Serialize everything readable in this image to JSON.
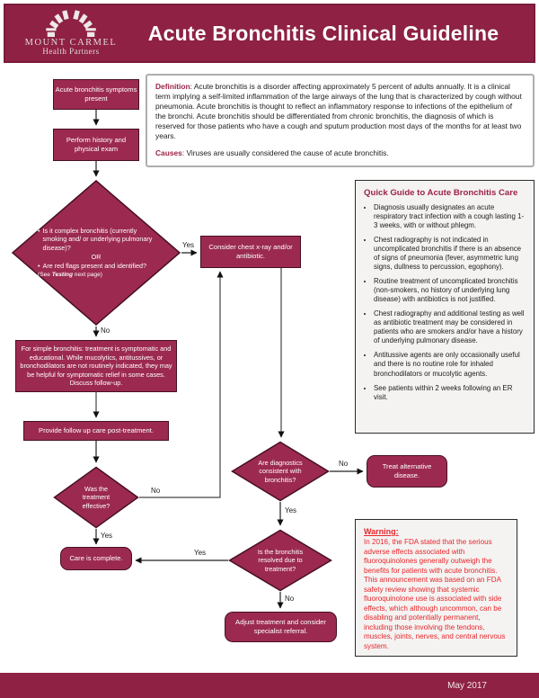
{
  "header": {
    "title": "Acute Bronchitis Clinical Guideline",
    "logo_line1": "MOUNT CARMEL",
    "logo_line2": "Health Partners"
  },
  "definition_panel": {
    "definition_label": "Definition",
    "definition_text": ": Acute bronchitis is a disorder affecting approximately 5 percent of adults annually. It is a clinical term implying a self-limited inflammation of the large airways of the lung that is characterized by cough without pneumonia. Acute bronchitis is thought to reflect an inflammatory response to infections of the epithelium of the bronchi. Acute bronchitis should be differentiated from chronic bronchitis, the diagnosis of which is reserved for those patients who have a cough and sputum production most days of the months for at least two years.",
    "causes_label": "Causes",
    "causes_text": ": Viruses are usually considered the cause of acute bronchitis."
  },
  "flowchart": {
    "symptoms": "Acute bronchitis symptoms present",
    "history": "Perform history and physical exam",
    "complex_q1": "Is it complex bronchitis (currently smoking and/ or underlying pulmonary disease)?",
    "complex_or": "OR",
    "complex_q2": "Are red flags present and identified?",
    "complex_note_pre": "(See ",
    "complex_note_em": "Testing",
    "complex_note_post": " next page)",
    "xray": "Consider chest x-ray and/or antibiotic.",
    "simple": "For simple bronchitis: treatment is symptomatic and educational. While mucolytics, antitussives, or bronchodilators are not routinely indicated, they may be helpful for symptomatic relief in some cases. Discuss follow-up.",
    "followup": "Provide follow up care post-treatment.",
    "effective": "Was the treatment effective?",
    "complete": "Care is complete.",
    "diagnostics": "Are diagnostics consistent with bronchitis?",
    "treat_alt": "Treat alternative disease.",
    "resolved": "Is the bronchitis resolved due to treatment?",
    "adjust": "Adjust treatment and consider specialist referral.",
    "labels": {
      "yes_complex": "Yes",
      "no_complex": "No",
      "yes_effective": "Yes",
      "no_effective": "No",
      "no_diagnostics": "No",
      "yes_diagnostics": "Yes",
      "yes_resolved": "Yes",
      "no_resolved": "No"
    }
  },
  "quick_guide": {
    "title": "Quick Guide to Acute Bronchitis Care",
    "bullets": [
      "Diagnosis usually designates an acute respiratory tract infection with a cough lasting 1-3 weeks, with or without phlegm.",
      "Chest radiography is not indicated in uncomplicated bronchitis if there is an absence of signs of pneumonia (fever, asymmetric lung signs, dullness to percussion, egophony).",
      "Routine treatment of uncomplicated bronchitis (non-smokers, no history of underlying lung disease) with antibiotics is not justified.",
      "Chest radiography and additional testing as well as antibiotic treatment may be considered in patients who are smokers and/or have a history of underlying pulmonary disease.",
      "Antitussive agents are only occasionally useful and there is no routine role for inhaled bronchodilators or mucolytic agents.",
      "See patients within 2 weeks following an ER visit."
    ]
  },
  "warning": {
    "title": "Warning:",
    "text": "In 2016, the FDA stated that the serious adverse effects associated with fluoroquinolones generally outweigh the benefits for patients with acute bronchitis. This announcement was based on an FDA safety review showing that systemic fluoroquinolone use is associated with side effects, which although uncommon, can be disabling and potentially permanent, including those involving the tendons, muscles, joints, nerves, and central nervous system."
  },
  "footer": {
    "date": "May 2017"
  },
  "colors": {
    "maroon_header": "#8e2144",
    "node_fill": "#9c2a50",
    "node_border": "#471024",
    "warning_red": "#e8262b",
    "panel_gray": "#f4f3f2"
  }
}
